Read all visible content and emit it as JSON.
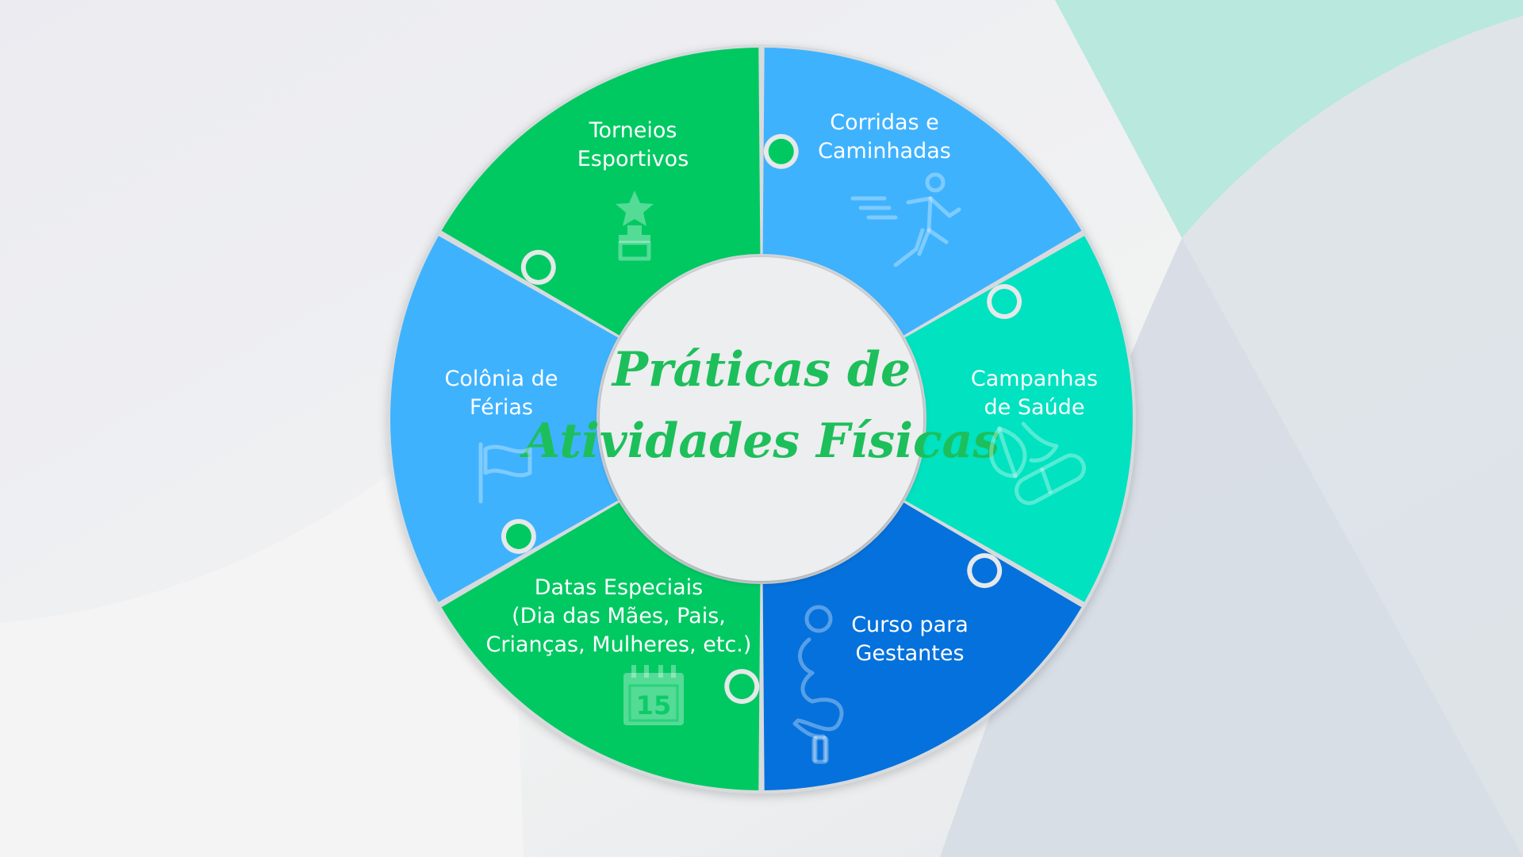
{
  "title_lines": [
    "Práticas de",
    "Atividades Físicas"
  ],
  "segments": [
    {
      "id": "torneios",
      "lines": [
        "Torneios",
        "Esportivos"
      ],
      "color": "#00c962",
      "icon": "trophy-icon"
    },
    {
      "id": "corridas",
      "lines": [
        "Corridas e",
        "Caminhadas"
      ],
      "color": "#3fb2fe",
      "icon": "runner-icon"
    },
    {
      "id": "campanhas",
      "lines": [
        "Campanhas",
        "de Saúde"
      ],
      "color": "#00e2c0",
      "icon": "leaf-pill-icon"
    },
    {
      "id": "curso",
      "lines": [
        "Curso para",
        "Gestantes"
      ],
      "color": "#0571dc",
      "icon": "pregnant-woman-icon"
    },
    {
      "id": "datas",
      "lines": [
        "Datas Especiais",
        "(Dia das Mães, Pais,",
        "Crianças, Mulheres, etc.)"
      ],
      "color": "#00c962",
      "icon": "calendar-icon",
      "icon_text": "15"
    },
    {
      "id": "colonia",
      "lines": [
        "Colônia de",
        "Férias"
      ],
      "color": "#3fb2fe",
      "icon": "flag-icon"
    }
  ],
  "colors": {
    "background": "#eef0f2",
    "center_fill": "#eceeef",
    "title_green": "#1dbf5b",
    "accent_teal": "#b8e8de"
  }
}
